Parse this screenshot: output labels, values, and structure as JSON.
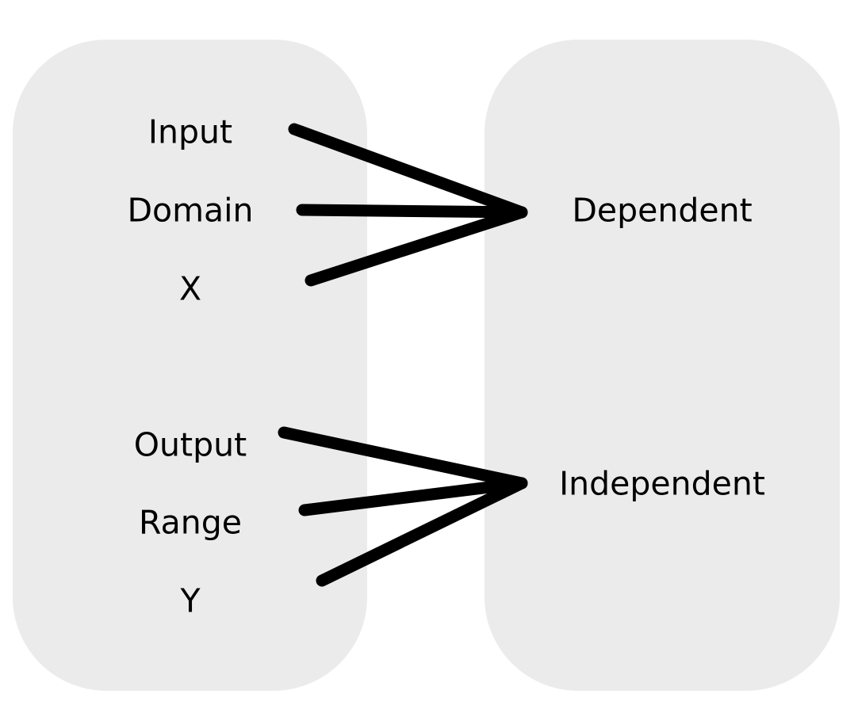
{
  "left_panel": {
    "group_top": [
      "Input",
      "Domain",
      "X"
    ],
    "group_bottom": [
      "Output",
      "Range",
      "Y"
    ]
  },
  "right_panel": {
    "top_term": "Dependent",
    "bottom_term": "Independent"
  },
  "colors": {
    "panel": "#ebebeb",
    "line": "#000000",
    "text": "#000000"
  }
}
